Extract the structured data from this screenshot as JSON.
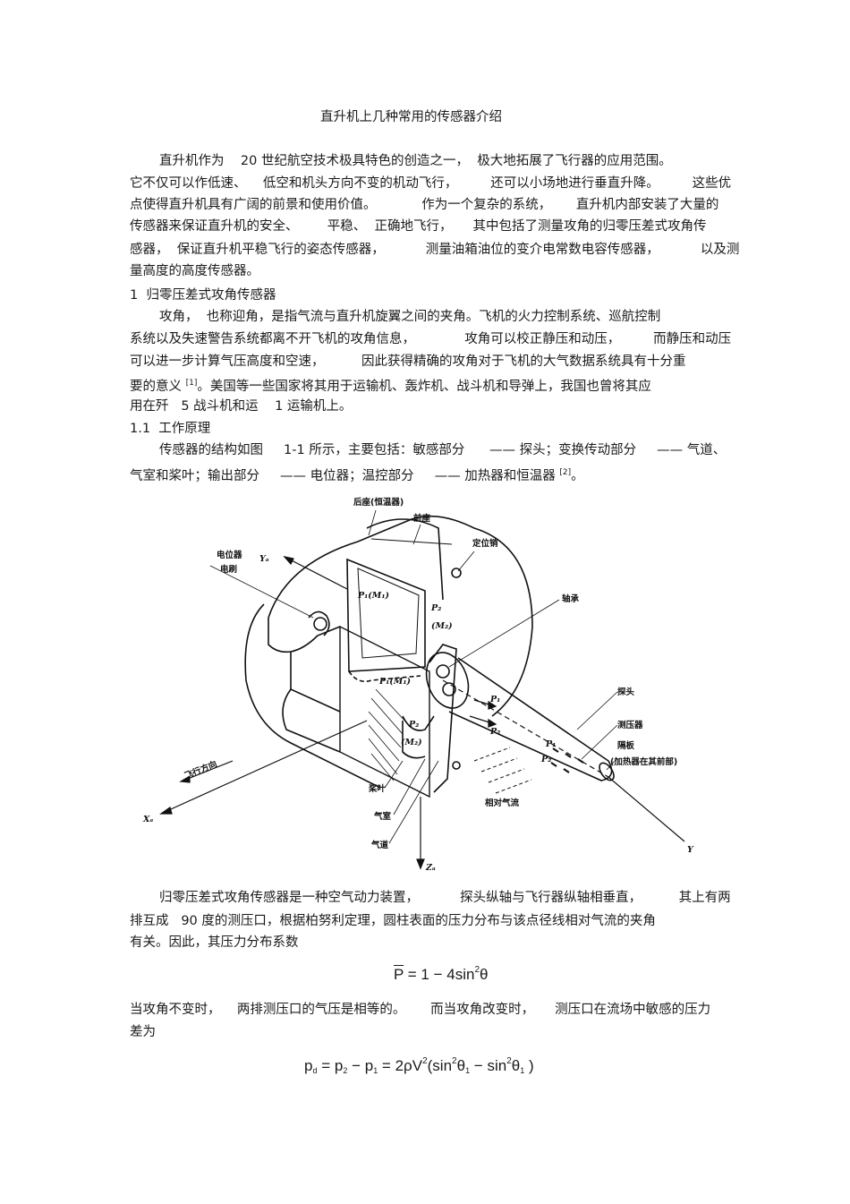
{
  "title": "直升机上几种常用的传感器介绍",
  "intro": {
    "lines": [
      "直升机作为    20 世纪航空技术极具特色的创造之一，  极大地拓展了飞行器的应用范围。",
      "它不仅可以作低速、    低空和机头方向不变的机动飞行，        还可以小场地进行垂直升降。        这些优",
      "点使得直升机具有广阔的前景和使用价值。           作为一个复杂的系统，      直升机内部安装了大量的",
      "传感器来保证直升机的安全、       平稳、  正确地飞行，     其中包括了测量攻角的归零压差式攻角传",
      "感器，  保证直升机平稳飞行的姿态传感器，          测量油箱油位的变介电常数电容传感器，          以及测",
      "量高度的高度传感器。"
    ]
  },
  "section1": {
    "heading": "1  归零压差式攻角传感器",
    "lines": [
      "攻角，  也称迎角，是指气流与直升机旋翼之间的夹角。飞机的火力控制系统、巡航控制",
      "系统以及失速警告系统都离不开飞机的攻角信息，            攻角可以校正静压和动压，        而静压和动压",
      "可以进一步计算气压高度和空速，         因此获得精确的攻角对于飞机的大气数据系统具有十分重",
      "要的意义",
      "。美国等一些国家将其用于运输机、轰炸机、战斗机和导弹上，我国也曾将其应",
      "用在歼   5 战斗机和运    1 运输机上。"
    ],
    "ref1": "[1]"
  },
  "section11": {
    "heading": "1.1  工作原理",
    "lines": [
      "传感器的结构如图     1-1 所示，主要包括：敏感部分      —— 探头；变换传动部分     —— 气道、",
      "气室和桨叶；输出部分     —— 电位器；温控部分     —— 加热器和恒温器"
    ],
    "ref2": "[2]",
    "tail": "。"
  },
  "figure": {
    "labels": {
      "rear_seat": "后座(恒温器)",
      "front_seat": "前座",
      "locating_pin": "定位销",
      "pot_brush_1": "电位器",
      "pot_brush_2": "电刷",
      "bearing": "轴承",
      "probe": "探头",
      "pressure_sensor": "测压器",
      "partition_1": "隔板",
      "partition_2": "(加热器在其前部)",
      "flight_dir": "飞行方向",
      "vane": "桨叶",
      "air_chamber": "气室",
      "air_duct": "气道",
      "rel_airflow": "相对气流",
      "axis_ya": "Yₐ",
      "axis_xa": "Xₐ",
      "axis_za": "Zₐ",
      "axis_y": "Y",
      "p1m1_top": "P₁(M₁)",
      "p1m1_mid": "P₁(M₁)",
      "p2_top": "P₂",
      "m2_top": "(M₂)",
      "p2_low": "P₂",
      "m2_low": "(M₂)",
      "p1_arrow": "P₁",
      "p2_arrow": "P₂",
      "p1_probe": "P₁",
      "p2_probe": "P₂"
    }
  },
  "body2": {
    "lines": [
      "归零压差式攻角传感器是一种空气动力装置，          探头纵轴与飞行器纵轴相垂直，         其上有两",
      "排互成   90 度的测压口，根据柏努利定理，圆柱表面的压力分布与该点径线相对气流的夹角",
      "有关。因此，其压力分布系数"
    ]
  },
  "eq1": {
    "lhs": "P",
    "rhs": " = 1 − 4sin",
    "exp": "2",
    "var": "θ"
  },
  "body3": {
    "lines": [
      "当攻角不变时，    两排测压口的气压是相等的。      而当攻角改变时，     测压口在流场中敏感的压力",
      "差为"
    ]
  },
  "eq2": {
    "p": "p",
    "d": "d",
    "eq": " = p",
    "s2": "2",
    "minus": " − p",
    "s1": "1",
    "two": " = 2",
    "rho": "ρ",
    "v": "V",
    "vexp": "2",
    "open": "(sin",
    "e1": "2",
    "th1": "θ",
    "th1s": "1",
    "mid": " − sin",
    "e2": "2",
    "th2": "θ",
    "th2s": "1",
    "close": " )"
  }
}
